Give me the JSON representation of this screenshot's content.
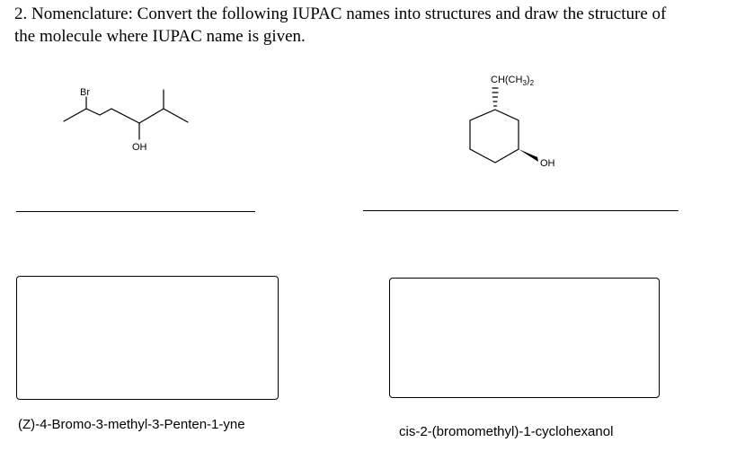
{
  "question": {
    "line1": "2. Nomenclature: Convert the following IUPAC names into structures and draw the structure of",
    "line2": "the molecule where IUPAC name is given."
  },
  "structure_left": {
    "br_label": "Br",
    "oh_label": "OH"
  },
  "structure_right": {
    "substituent_label": "CH(CH3)2",
    "substituent_main": "CH(CH",
    "substituent_sub": "3",
    "substituent_close": ")",
    "substituent_sub2": "2",
    "oh_label": "OH"
  },
  "names": {
    "left": "(Z)-4-Bromo-3-methyl-3-Penten-1-yne",
    "right": "cis-2-(bromomethyl)-1-cyclohexanol"
  }
}
